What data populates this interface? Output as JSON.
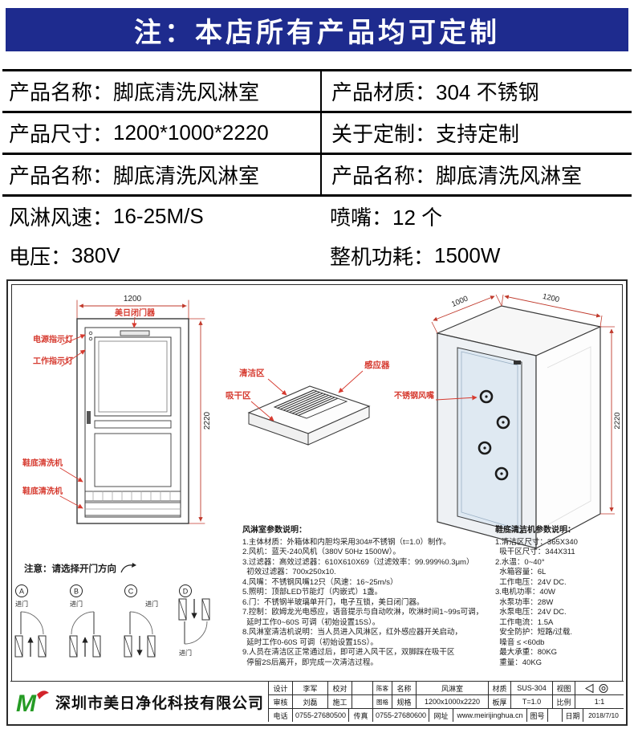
{
  "banner": {
    "text": "注：本店所有产品均可定制"
  },
  "colors": {
    "banner_blue": "#1e2b8e",
    "annotation_red": "#d63a2f",
    "dimension_red": "#c0392b"
  },
  "specs": {
    "rows": [
      {
        "l_label": "产品名称：",
        "l_value": "脚底清洗风淋室",
        "r_label": "产品材质：",
        "r_value": "304 不锈钢"
      },
      {
        "l_label": "产品尺寸：",
        "l_value": "1200*1000*2220",
        "r_label": "关于定制：",
        "r_value": "支持定制"
      },
      {
        "l_label": "产品名称：",
        "l_value": "脚底清洗风淋室",
        "r_label": "产品名称：",
        "r_value": "脚底清洗风淋室"
      },
      {
        "l_label": "风淋风速：",
        "l_value": "16-25M/S",
        "r_label": "喷嘴：",
        "r_value": "12 个"
      },
      {
        "l_label": "电压：",
        "l_value": "380V",
        "r_label": "整机功耗：",
        "r_value": "1500W"
      }
    ]
  },
  "drawing": {
    "front": {
      "dim_width": "1200",
      "dim_height": "2220",
      "closer_label": "美日闭门器",
      "power_label": "电源指示灯",
      "work_label": "工作指示灯",
      "washer_label_1": "鞋底清洗机",
      "washer_label_2": "鞋底清洗机"
    },
    "tray": {
      "clean_label": "清洁区",
      "dry_label": "吸干区",
      "sensor_label": "感应器"
    },
    "iso": {
      "dim_depth": "1000",
      "dim_width": "1200",
      "dim_height": "2220",
      "nozzle_label": "不锈钢风嘴"
    },
    "notes_left": {
      "title": "风淋室参数说明：",
      "lines": [
        "1.主体材质：外箱体和内胆均采用304#不锈钢（t=1.0）制作。",
        "2.风机：蓝天-240风机（380V 50Hz 1500W）。",
        "3.过滤器：高效过滤器：610X610X69（过滤效率：99.999%0.3μm）",
        "  初效过滤器：700x250x10.",
        "4.风嘴：不锈钢风嘴12只（风速：16~25m/s）",
        "5.照明：顶部LED节能灯（内嵌式）1盏。",
        "6.门：不锈钢半玻璃单开门，电子互锁，美日闭门器。",
        "7.控制：欧姆龙光电感应，语音提示与自动吹淋，吹淋时间1~99s可调，",
        "  延时工作0~60S 可调（初始设置15S）。",
        "8.风淋室清洁机说明：当人员进入风淋区，红外感应器开关启动，",
        "  延时工作0-60S 可调（初始设置15S）。",
        "9.人员在清洁区正常通过后，即可进入风干区，双脚踩在吸干区",
        "  停留2S后离开，即完成一次清洁过程。"
      ]
    },
    "notes_right": {
      "title": "鞋底清洁机参数说明：",
      "lines": [
        "1.清洁区尺寸：365X340",
        "  吸干区尺寸：344X311",
        "2.水温：0~40°",
        "  水箱容量：6L",
        "  工作电压：24V DC.",
        "3.电机功率：40W",
        "  水泵功率：28W",
        "  水泵电压：24V DC.",
        "  工作电流：1.5A",
        "  安全防护：短路/过载.",
        "  噪音 ≤ <60db",
        "  最大承重：80KG",
        "  重量：40KG"
      ]
    },
    "door_note": "注意：请选择开门方向",
    "doors": {
      "letters": [
        "A",
        "B",
        "C",
        "D"
      ],
      "enter": "进门"
    }
  },
  "titleblock": {
    "company": "深圳市美日净化科技有限公司",
    "design_label": "设计",
    "design": "李军",
    "check_label": "审核",
    "check": "刘磊",
    "proof_label": "校对",
    "construct_label": "施工",
    "small_a": "陈客",
    "small_b": "图格",
    "name_label": "名称",
    "name": "风淋室",
    "spec_label": "规格",
    "spec": "1200x1000x2220",
    "material_label": "材质",
    "material": "SUS-304",
    "thick_label": "板厚",
    "thick": "T=1.0",
    "view_label": "视图",
    "scale_label": "比例",
    "scale": "1:1",
    "tel_label": "电话",
    "tel": "0755-27680500",
    "fax_label": "传真",
    "fax": "0755-27680600",
    "web_label": "网址",
    "web": "www.meirijinghua.cn",
    "fig_label": "图号",
    "date_label": "日期",
    "date": "2018/7/10"
  }
}
